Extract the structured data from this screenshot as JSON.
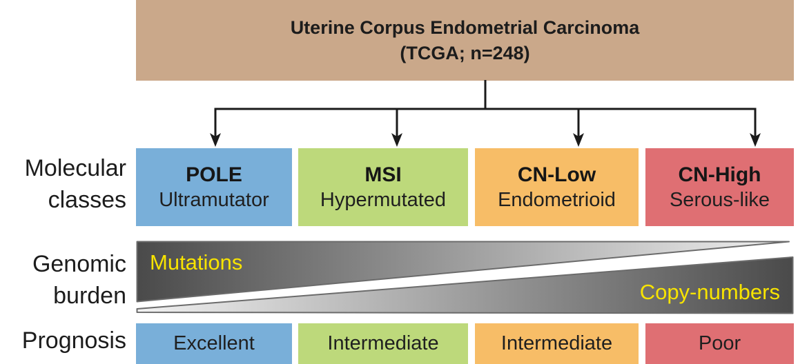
{
  "header": {
    "title_line1": "Uterine Corpus Endometrial Carcinoma",
    "title_line2": "(TCGA; n=248)"
  },
  "row_labels": {
    "molecular_line1": "Molecular",
    "molecular_line2": "classes",
    "genomic_line1": "Genomic",
    "genomic_line2": "burden",
    "prognosis": "Prognosis"
  },
  "classes": [
    {
      "name": "POLE",
      "subtitle": "Ultramutator",
      "prognosis": "Excellent",
      "color": "#79AFD9"
    },
    {
      "name": "MSI",
      "subtitle": "Hypermutated",
      "prognosis": "Intermediate",
      "color": "#BDD97B"
    },
    {
      "name": "CN-Low",
      "subtitle": "Endometrioid",
      "prognosis": "Intermediate",
      "color": "#F7BD67"
    },
    {
      "name": "CN-High",
      "subtitle": "Serous-like",
      "prognosis": "Poor",
      "color": "#DF6F73"
    }
  ],
  "genomic_burden": {
    "wedge1_label": "Mutations",
    "wedge2_label": "Copy-numbers",
    "label_color": "#F8E400",
    "gradient_dark": "#4A4A4A",
    "gradient_light": "#F2F2F2",
    "outline_color": "#6B6B6B"
  },
  "colors": {
    "header_bg": "#CAA88A",
    "line": "#1A1A1A"
  }
}
